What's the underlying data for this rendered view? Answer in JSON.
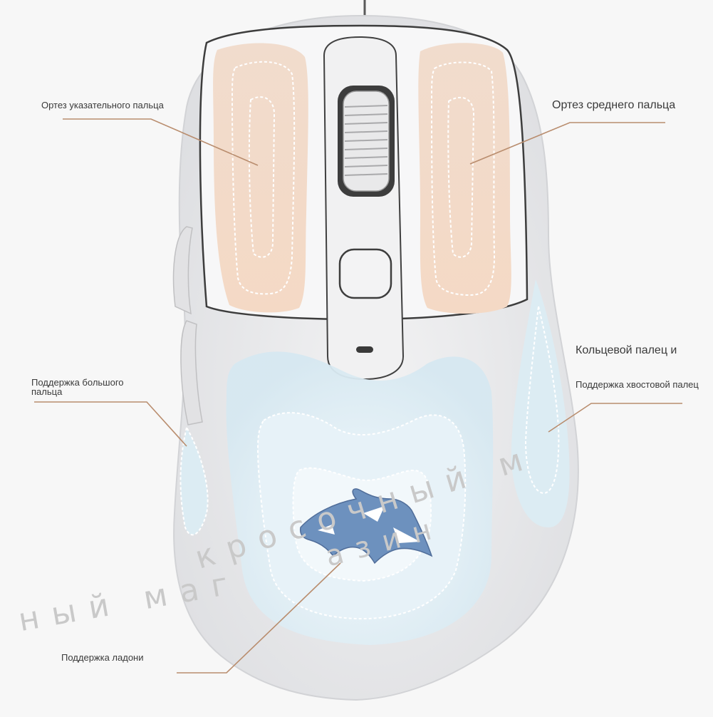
{
  "labels": {
    "index_finger": "Ортез указательного пальца",
    "middle_finger": "Ортез среднего пальца",
    "thumb_line1": "Поддержка большого",
    "thumb_line2": "пальца",
    "ring_finger": "Кольцевой палец и",
    "pinky": "Поддержка хвостовой палец",
    "palm": "Поддержка ладони"
  },
  "watermark": {
    "line1": "ный маг",
    "line2": "кросочный м",
    "line3": "азин"
  },
  "colors": {
    "background": "#f7f7f7",
    "mouse_body": "#ececee",
    "mouse_top": "#f5f5f6",
    "finger_pad": "#f3d9c6",
    "support_zone": "#dcecf3",
    "leader_line": "#b98d6e",
    "logo": "#5f86b8"
  },
  "icons": {
    "scroll_wheel": "scroll-wheel-icon",
    "dpi_button": "dpi-button-icon",
    "indicator": "led-indicator-icon",
    "logo": "wolf-logo-icon"
  }
}
